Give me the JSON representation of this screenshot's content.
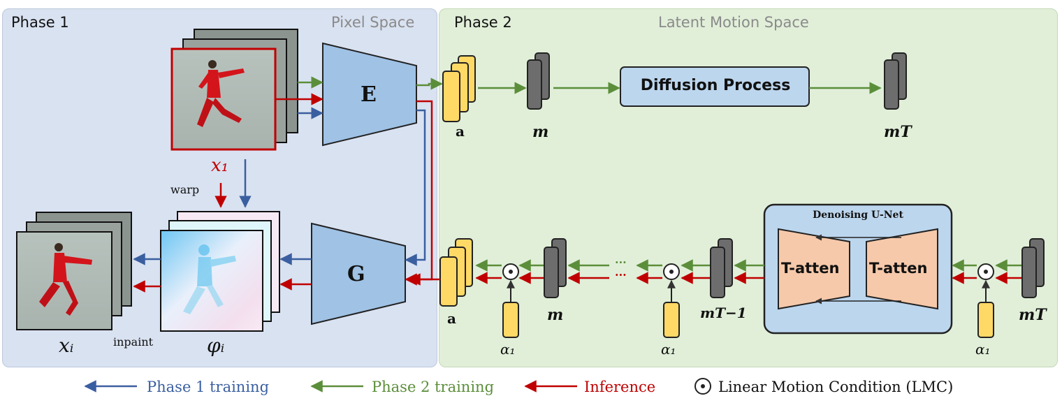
{
  "phase1": {
    "title": "Phase 1",
    "space": "Pixel Space"
  },
  "phase2": {
    "title": "Phase 2",
    "space": "Latent Motion Space"
  },
  "encoder": "E",
  "generator": "G",
  "diffusion": "Diffusion Process",
  "unet": {
    "title": "Denoising U-Net",
    "left": "T-atten",
    "right": "T-atten"
  },
  "labels": {
    "x1": "x₁",
    "warp": "warp",
    "inpaint": "inpaint",
    "xi": "xᵢ",
    "phi": "φᵢ",
    "a_top": "a",
    "m_top": "m",
    "mT_top": "mT",
    "a_bot": "a",
    "m_bot": "m",
    "mT1": "mT−1",
    "mT_bot": "mT",
    "alpha": "α₁",
    "dots": "···"
  },
  "legend": {
    "p1": "Phase 1 training",
    "p2": "Phase 2 training",
    "inf": "Inference",
    "lmc": "Linear Motion Condition (LMC)"
  },
  "colors": {
    "blue": "#3a5fa0",
    "green": "#5b8e3a",
    "red": "#c00000",
    "trap": "#9fc2e5",
    "unet_trap": "#f6c9aa",
    "yellow": "#ffd966",
    "gray": "#6d6d6d"
  }
}
